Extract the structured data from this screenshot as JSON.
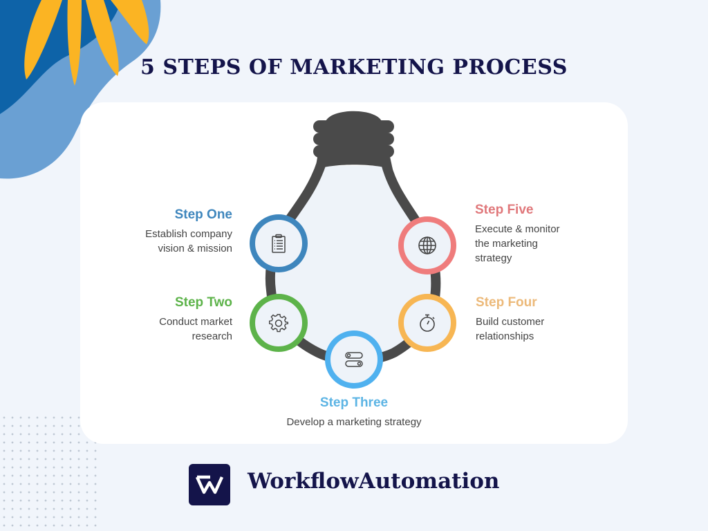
{
  "title": "5 STEPS OF MARKETING PROCESS",
  "colors": {
    "background": "#f1f5fb",
    "title": "#14144a",
    "bulb": "#4a4a4a",
    "step_one": "#3e86bd",
    "step_two": "#5db34a",
    "step_three": "#4fb1ef",
    "step_four": "#f7b653",
    "step_five": "#ef7c7c"
  },
  "steps": [
    {
      "label": "Step One",
      "description_line1": "Establish company",
      "description_line2": "vision & mission",
      "icon": "clipboard-icon"
    },
    {
      "label": "Step Two",
      "description_line1": "Conduct market",
      "description_line2": "research",
      "icon": "gear-icon"
    },
    {
      "label": "Step Three",
      "description_line1": "Develop a marketing strategy",
      "icon": "toggle-switches-icon"
    },
    {
      "label": "Step Four",
      "description_line1": "Build customer",
      "description_line2": "relationships",
      "icon": "stopwatch-icon"
    },
    {
      "label": "Step Five",
      "description_line1": "Execute & monitor",
      "description_line2": "the marketing",
      "description_line3": "strategy",
      "icon": "globe-icon"
    }
  ],
  "footer": {
    "brand_name": "WorkflowAutomation",
    "logo_letter": "W"
  }
}
